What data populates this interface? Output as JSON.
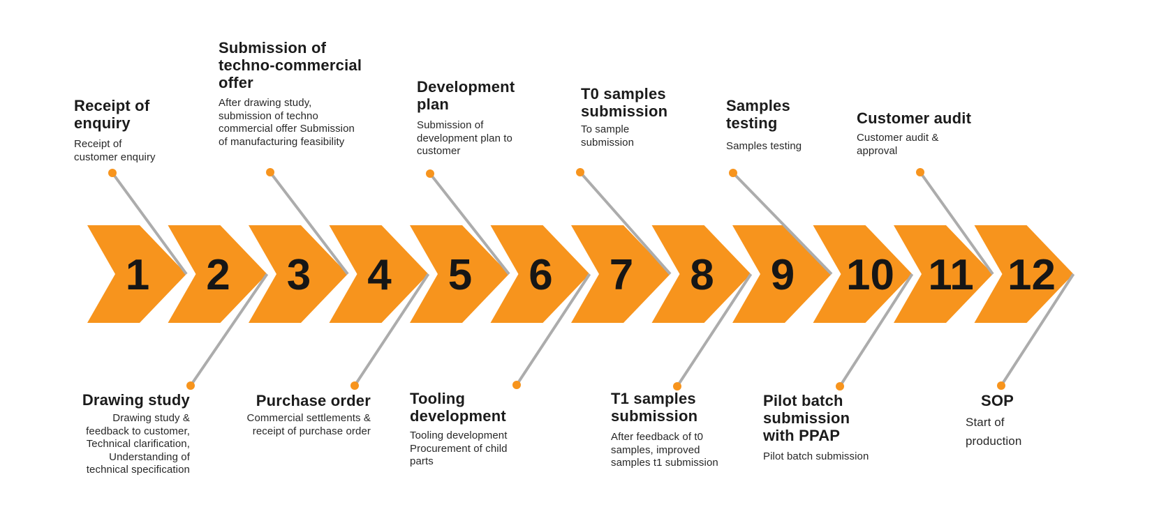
{
  "colors": {
    "accent_orange": "#F7941D",
    "connector_gray": "#ACACAC",
    "number_black": "#161616",
    "title_text": "#1B1B1B",
    "description_text": "#272727"
  },
  "steps": [
    {
      "number": "1",
      "label_position": "top",
      "title": "Receipt of\nenquiry",
      "description": "Receipt of\ncustomer enquiry"
    },
    {
      "number": "2",
      "label_position": "bottom",
      "title": "Drawing study",
      "description": "Drawing study &\nfeedback to customer,\nTechnical clarification,\nUnderstanding of\ntechnical specification"
    },
    {
      "number": "3",
      "label_position": "top",
      "title": "Submission of\ntechno-commercial\noffer",
      "description": "After drawing study,\nsubmission of techno\ncommercial offer Submission\nof manufacturing feasibility"
    },
    {
      "number": "4",
      "label_position": "bottom",
      "title": "Purchase order",
      "description": "Commercial settlements &\nreceipt of purchase order"
    },
    {
      "number": "5",
      "label_position": "top",
      "title": "Development\nplan",
      "description": "Submission of\ndevelopment plan to\ncustomer"
    },
    {
      "number": "6",
      "label_position": "bottom",
      "title": "Tooling\ndevelopment",
      "description": "Tooling development\nProcurement of child\nparts"
    },
    {
      "number": "7",
      "label_position": "top",
      "title": "T0 samples\nsubmission",
      "description": "To sample\nsubmission"
    },
    {
      "number": "8",
      "label_position": "bottom",
      "title": "T1 samples\nsubmission",
      "description": "After feedback of t0\nsamples, improved\nsamples t1 submission"
    },
    {
      "number": "9",
      "label_position": "top",
      "title": "Samples\ntesting",
      "description": "Samples testing"
    },
    {
      "number": "10",
      "label_position": "bottom",
      "title": "Pilot batch\nsubmission\nwith PPAP",
      "description": "Pilot batch submission"
    },
    {
      "number": "11",
      "label_position": "top",
      "title": "Customer audit",
      "description": "Customer audit &\napproval"
    },
    {
      "number": "12",
      "label_position": "bottom",
      "title": "SOP",
      "description": "Start of\nproduction"
    }
  ]
}
